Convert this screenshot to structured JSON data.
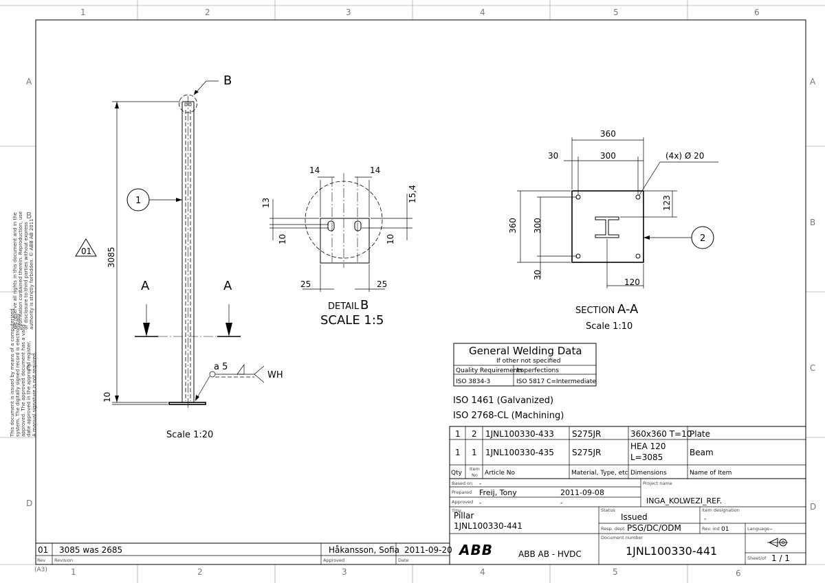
{
  "zones": {
    "columns": [
      "1",
      "2",
      "3",
      "4",
      "5",
      "6"
    ],
    "rows": [
      "A",
      "B",
      "C",
      "D"
    ]
  },
  "main_view": {
    "dimension_height": "3085",
    "dimension_base": "10",
    "balloon": "1",
    "detail_callout": "B",
    "section_marker": "A",
    "revision_triangle": "01",
    "weld_symbol": "a 5",
    "weld_note": "WH",
    "scale": "Scale 1:20"
  },
  "detail_b": {
    "dims": {
      "left_offset": "14",
      "right_offset": "14",
      "top_offset": "13",
      "right_height": "15,4",
      "left_lower": "10",
      "right_lower": "10",
      "bottom_left": "25",
      "bottom_right": "25"
    },
    "title_prefix": "DETAIL",
    "title_letter": "B",
    "scale": "SCALE 1:5"
  },
  "section_aa": {
    "dims": {
      "overall_width": "360",
      "edge": "30",
      "hole_spacing": "300",
      "holes": "(4x)  Ø 20",
      "overall_height": "360",
      "hole_spacing_v": "300",
      "edge_v": "30",
      "top_to_beam": "123",
      "beam_offset": "120"
    },
    "balloon": "2",
    "title_prefix": "SECTION",
    "title_letter": "A-A",
    "scale": "Scale 1:10"
  },
  "welding": {
    "title": "General Welding Data",
    "subtitle": "If other not specified",
    "headers": [
      "Quality Requirements",
      "Imperfections"
    ],
    "values": [
      "ISO 3834-3",
      "ISO 5817 C=Intermediate"
    ]
  },
  "notes": [
    "ISO 1461 (Galvanized)",
    "ISO 2768-CL (Machining)"
  ],
  "parts_list": {
    "rows": [
      {
        "qty": "1",
        "item": "2",
        "article": "1JNL100330-433",
        "material": "S275JR",
        "dimensions": [
          "360x360 T=10"
        ],
        "name": "Plate"
      },
      {
        "qty": "1",
        "item": "1",
        "article": "1JNL100330-435",
        "material": "S275JR",
        "dimensions": [
          "HEA 120",
          "L=3085"
        ],
        "name": "Beam"
      }
    ],
    "headers": {
      "qty": "Qty",
      "item_line1": "Item",
      "item_line2": "No",
      "article": "Article No",
      "material": "Material, Type, etc",
      "dimensions": "Dimensions",
      "name": "Name of Item"
    }
  },
  "title_block": {
    "based_on_label": "Based on",
    "based_on": "-",
    "prepared_label": "Prepared",
    "prepared_by": "Freij, Tony",
    "prepared_date": "2011-09-08",
    "approved_label": "Approved",
    "approved_by": "-",
    "approved_date": "-",
    "project_label": "Project name",
    "project": "INGA_KOLWEZI_REF.",
    "title_label": "Title",
    "title_line1": "Pillar",
    "title_line2": "1JNL100330-441",
    "status_label": "Status",
    "status": "Issued",
    "item_designation_label": "Item designation",
    "item_designation": "-",
    "resp_label": "Resp. dept",
    "resp_dept": "PSG/DC/ODM",
    "rev_ind_label": "Rev. ind",
    "rev_ind": "01",
    "language_label": "Language",
    "language": "-",
    "doc_label": "Document number",
    "doc_number": "1JNL100330-441",
    "sheet_label": "Sheet/of",
    "sheet": "1 / 1",
    "company": "ABB AB  -  HVDC",
    "logo": "ABB",
    "logo_color": "#e2001a"
  },
  "revision_row": {
    "rev": "01",
    "revision": "3085 was 2685",
    "approved": "Håkansson, Sofia",
    "date": "2011-09-20",
    "rev_label": "Rev",
    "revision_label": "Revision",
    "approved_label": "Approved",
    "date_label": "Date"
  },
  "sheet_size": "(A3)",
  "side_notes": {
    "rights_lines": [
      "We reserve all rights in this document and in the",
      "information contained therein. Reproduction, use",
      "or disclosure to third parties without express",
      "authority is strictly forbidden.  © ABB AB 2011"
    ],
    "approval_lines": [
      "This document is issued by means of a computerized",
      "system. The digitally signed record is electronically",
      "approved. The approved document has a valid",
      "date approved in the approved register.",
      "A manual signature is not required."
    ]
  }
}
